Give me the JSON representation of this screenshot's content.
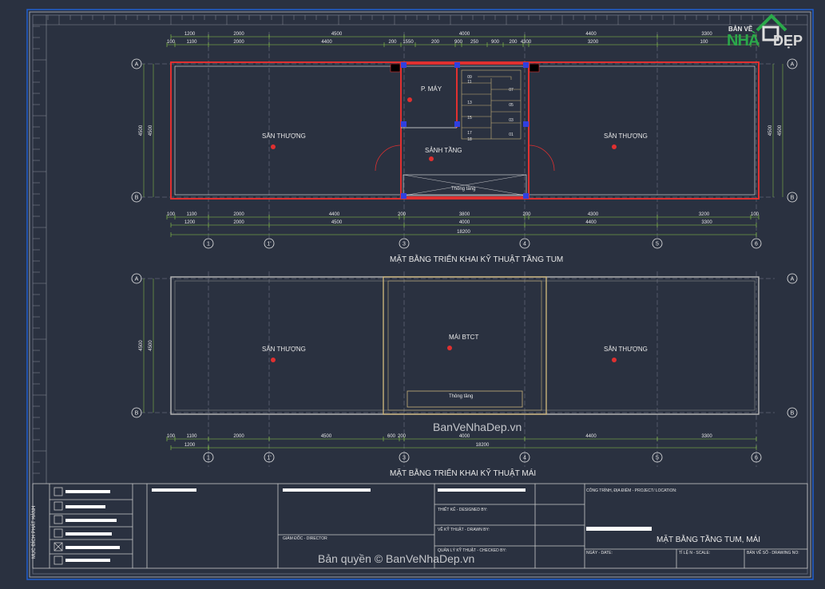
{
  "plan_top": {
    "title": "MẶT BẰNG TRIỂN KHAI KỸ THUẬT TẦNG TUM",
    "room_left": "SÂN THƯỢNG",
    "room_right": "SÂN THƯỢNG",
    "machine_room": "P. MÁY",
    "lobby": "SẢNH TẦNG",
    "vent": "Thông tầng",
    "dims_top_outer": [
      "1200",
      "2000",
      "4500",
      "4000",
      "4400",
      "3300"
    ],
    "dims_top_inner": [
      "100",
      "1100",
      "2000",
      "4400",
      "200",
      "1550",
      "200",
      "900",
      "250",
      "900",
      "200",
      "4300",
      "3200",
      "100"
    ],
    "dims_bottom_inner": [
      "100",
      "1100",
      "2000",
      "4400",
      "200",
      "3800",
      "200",
      "4300",
      "3200",
      "100"
    ],
    "dims_bottom_outer": [
      "1200",
      "2000",
      "4500",
      "4000",
      "4400",
      "3300"
    ],
    "total": "18200",
    "side_dims": [
      "4500",
      "4500"
    ],
    "stair_numbers": [
      "09",
      "11",
      "07",
      "13",
      "05",
      "15",
      "03",
      "17",
      "01",
      "18"
    ]
  },
  "plan_bottom": {
    "title": "MẶT BẰNG TRIỂN KHAI KỸ THUẬT MÁI",
    "room_left": "SÂN THƯỢNG",
    "room_center": "MÁI BTCT",
    "room_right": "SÂN THƯỢNG",
    "vent": "Thông tầng",
    "dims_bottom_inner": [
      "100",
      "1100",
      "2000",
      "4500",
      "600",
      "200",
      "4000",
      "4400",
      "3300"
    ],
    "dims_bottom_outer": [
      "1200",
      "18200"
    ],
    "side_dims": [
      "4500",
      "4500"
    ]
  },
  "axes": [
    "1",
    "1'",
    "3",
    "4",
    "5",
    "6"
  ],
  "rows": [
    "A",
    "B"
  ],
  "title_block": {
    "side_label": "MỤC ĐÍCH PHÁT HÀNH",
    "director": "GIÁM ĐỐC - DIRECTOR",
    "designed_by": "THIẾT KẾ - DESIGNED BY:",
    "drawn_by": "VẼ KỸ THUẬT - DRAWN BY:",
    "checked_by": "QUẢN LÝ KỸ THUẬT - CHECKED BY:",
    "project": "CÔNG TRÌNH, ĐỊA ĐIỂM - PROJECT/ LOCATION:",
    "drawing_title": "MẶT BẰNG TẦNG TUM, MÁI",
    "date": "NGÀY - DATE:",
    "scale": "TỈ LỆ N - SCALE:",
    "drawing_no": "BẢN VẼ SỐ - DRAWING NO:"
  },
  "brand": {
    "small": "BẢN VẼ",
    "nha": "NHÀ",
    "dep": "ĐẸP",
    "site": "BanVeNhaDep.vn",
    "copyright": "Bản quyền © BanVeNhaDep.vn"
  },
  "colors": {
    "background": "#2a3140",
    "wall": "#e03030",
    "dimension": "#8fd04a",
    "axis": "#e8e8e8",
    "roof": "#c8b27a",
    "accent_column": "#3040e0"
  }
}
